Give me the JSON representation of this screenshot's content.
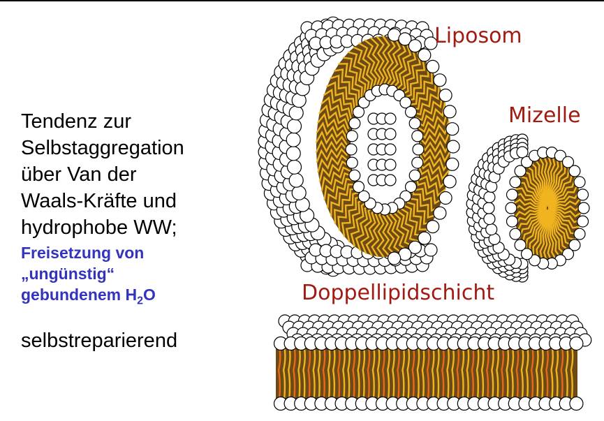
{
  "colors": {
    "accent_blue": "#3333bb",
    "label_red": "#a31a12",
    "tail_gold": "#f0b420",
    "tail_dark": "#6b4a16",
    "head_fill": "#ffffff"
  },
  "text": {
    "line1": "Tendenz zur",
    "line2": "Selbstaggregation",
    "line3": "über Van der",
    "line4": "Waals-Kräfte und",
    "line5": "hydrophobe WW;",
    "blue1": "Freisetzung von",
    "blue2": "„ungünstig“",
    "blue3_pre": "gebundenem H",
    "blue3_sub": "2",
    "blue3_post": "O",
    "last": "selbstreparierend"
  },
  "labels": {
    "liposom": "Liposom",
    "mizelle": "Mizelle",
    "bilayer": "Doppellipidschicht"
  }
}
